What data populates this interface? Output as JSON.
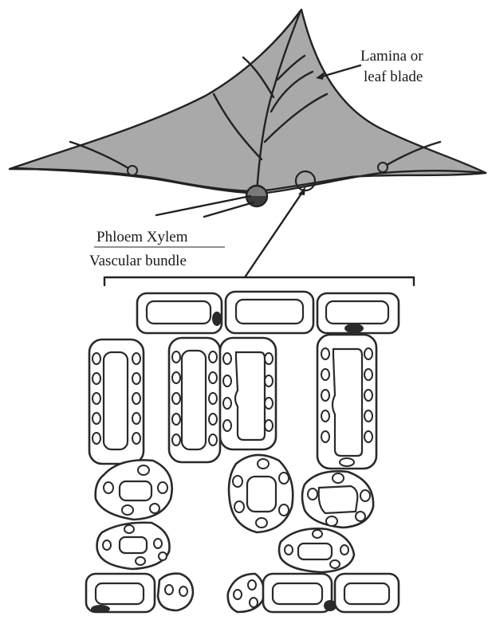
{
  "labels": {
    "lamina_line1": "Lamina or",
    "lamina_line2": "leaf blade",
    "phloem_xylem": "Phloem Xylem",
    "vascular_bundle": "Vascular bundle"
  },
  "colors": {
    "leaf_fill": "#a9a9a9",
    "ink": "#222222",
    "cell_fill": "#ffffff"
  }
}
